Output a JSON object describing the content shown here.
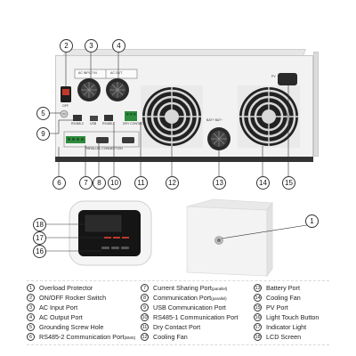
{
  "port_tags": {
    "ac_input": "AC INPUT IN",
    "ac_output": "AC OUT",
    "off": "OFF",
    "rs485_2": "RS485-2",
    "usb": "USB",
    "rs485_1": "RS485-1",
    "parallel": "PARALLEL CONNECTION",
    "dry_contact": "DRY CONTACT",
    "battery": "BAT+  BAT−",
    "pv": "PV"
  },
  "callouts": {
    "c1": "1",
    "c2": "2",
    "c3": "3",
    "c4": "4",
    "c5": "5",
    "c6": "6",
    "c7": "7",
    "c8": "8",
    "c9": "9",
    "c10": "10",
    "c11": "11",
    "c12": "12",
    "c13": "13",
    "c14": "14",
    "c15": "15",
    "c16": "16",
    "c17": "17",
    "c18": "18"
  },
  "legend": {
    "col1": [
      {
        "num": "1",
        "text": "Overload Protector"
      },
      {
        "num": "2",
        "text": "ON/OFF Rocker Switch"
      },
      {
        "num": "3",
        "text": "AC Input Port"
      },
      {
        "num": "4",
        "text": "AC Output Port"
      },
      {
        "num": "5",
        "text": "Grounding Screw Hole"
      },
      {
        "num": "6",
        "text": "RS485-2 Communication Port",
        "note": "(BMS)"
      }
    ],
    "col2": [
      {
        "num": "7",
        "text": "Current Sharing Port",
        "note": "(parallel)"
      },
      {
        "num": "8",
        "text": "Communication Port",
        "note": "(parallel)"
      },
      {
        "num": "9",
        "text": "USB Communication Port"
      },
      {
        "num": "10",
        "text": "RS485-1 Communication Port"
      },
      {
        "num": "11",
        "text": "Dry Contact Port"
      },
      {
        "num": "12",
        "text": "Cooling Fan"
      }
    ],
    "col3": [
      {
        "num": "13",
        "text": "Battery Port"
      },
      {
        "num": "14",
        "text": "Cooling Fan"
      },
      {
        "num": "15",
        "text": "PV Port"
      },
      {
        "num": "16",
        "text": "Light Touch Button"
      },
      {
        "num": "17",
        "text": "Indicator Light"
      },
      {
        "num": "18",
        "text": "LCD Screen"
      }
    ]
  }
}
